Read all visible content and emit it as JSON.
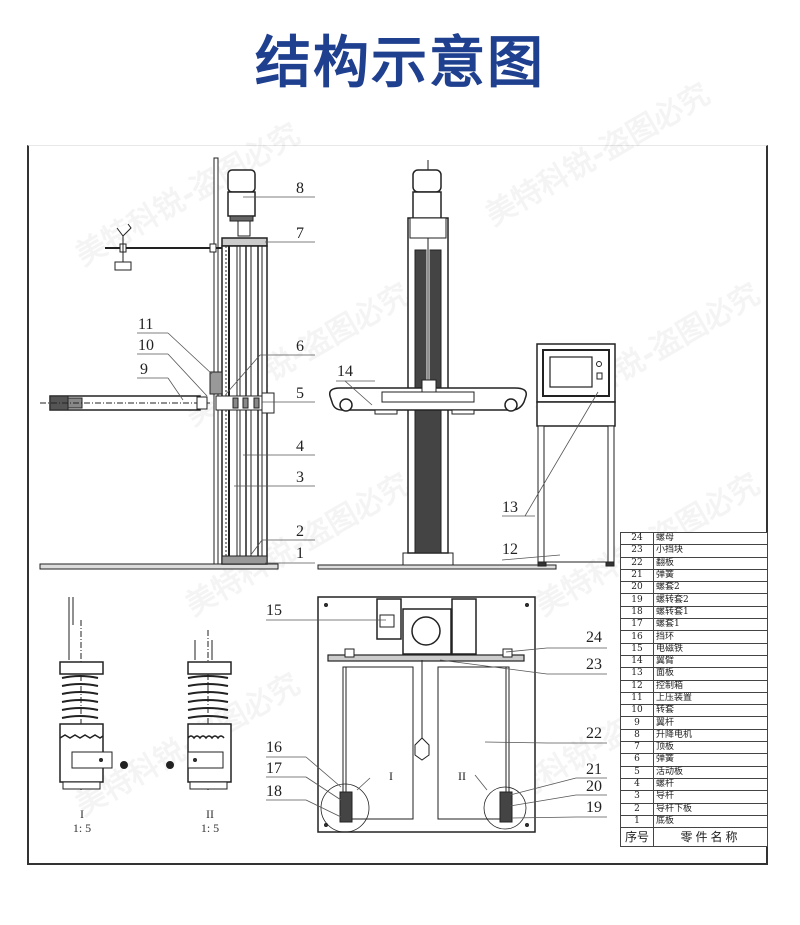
{
  "page": {
    "title": "结构示意图",
    "title_color": "#1f3f8f",
    "watermark": "美特科锐-盗图必究"
  },
  "callouts": {
    "c1": "1",
    "c2": "2",
    "c3": "3",
    "c4": "4",
    "c5": "5",
    "c6": "6",
    "c7": "7",
    "c8": "8",
    "c9": "9",
    "c10": "10",
    "c11": "11",
    "c12": "12",
    "c13": "13",
    "c14": "14",
    "c15": "15",
    "c16": "16",
    "c17": "17",
    "c18": "18",
    "c19": "19",
    "c20": "20",
    "c21": "21",
    "c22": "22",
    "c23": "23",
    "c24": "24",
    "detail_I": "I",
    "detail_II": "II"
  },
  "details": {
    "I": {
      "label": "I",
      "scale": "1: 5"
    },
    "II": {
      "label": "II",
      "scale": "1: 5"
    }
  },
  "bom": {
    "header": {
      "no": "序号",
      "name": "零件名称"
    },
    "rows": [
      {
        "no": "24",
        "name": "螺母"
      },
      {
        "no": "23",
        "name": "小挡块"
      },
      {
        "no": "22",
        "name": "翻板"
      },
      {
        "no": "21",
        "name": "弹簧"
      },
      {
        "no": "20",
        "name": "螺套2"
      },
      {
        "no": "19",
        "name": "螺转套2"
      },
      {
        "no": "18",
        "name": "螺转套1"
      },
      {
        "no": "17",
        "name": "螺套1"
      },
      {
        "no": "16",
        "name": "挡环"
      },
      {
        "no": "15",
        "name": "电磁铁"
      },
      {
        "no": "14",
        "name": "翼臂"
      },
      {
        "no": "13",
        "name": "面板"
      },
      {
        "no": "12",
        "name": "控制箱"
      },
      {
        "no": "11",
        "name": "上压装置"
      },
      {
        "no": "10",
        "name": "转套"
      },
      {
        "no": "9",
        "name": "翼杆"
      },
      {
        "no": "8",
        "name": "升降电机"
      },
      {
        "no": "7",
        "name": "顶板"
      },
      {
        "no": "6",
        "name": "弹簧"
      },
      {
        "no": "5",
        "name": "活动板"
      },
      {
        "no": "4",
        "name": "螺杆"
      },
      {
        "no": "3",
        "name": "导杆"
      },
      {
        "no": "2",
        "name": "导杆下板"
      },
      {
        "no": "1",
        "name": "底板"
      }
    ]
  }
}
